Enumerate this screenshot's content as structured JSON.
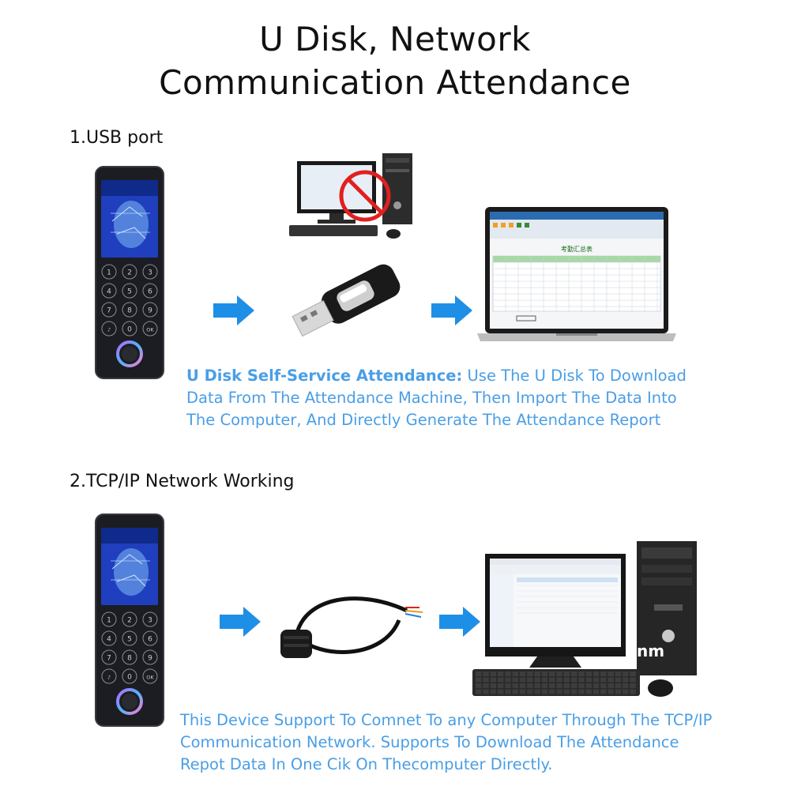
{
  "title": {
    "line1": "U Disk, Network",
    "line2": "Communication Attendance"
  },
  "usb_section": {
    "heading": "1.USB port",
    "label": "U Disk Self-Service Attendance:",
    "description_line1": " Use The U Disk To Download",
    "description_line2": "Data From The Attendance Machine, Then Import The Data Into",
    "description_line3": "The Computer, And Directly Generate The Attendance Report"
  },
  "tcp_section": {
    "heading": "2.TCP/IP Network Working",
    "description_line1": "This Device Support To Comnet To any Computer Through The TCP/IP",
    "description_line2": "Communication Network. Supports To Download The Attendance",
    "description_line3": "Repot Data In One Cik On Thecomputer Directly.",
    "stray_text": "nm"
  },
  "keypad": [
    "1",
    "2",
    "3",
    "4",
    "5",
    "6",
    "7",
    "8",
    "9",
    "bell",
    "0",
    "OK"
  ],
  "spreadsheet_title": "考勤汇总表",
  "colors": {
    "accent": "#4a9ee6",
    "arrow": "#1e8fe6",
    "device_body": "#1c1d22",
    "screen": "#1f3fbf"
  }
}
